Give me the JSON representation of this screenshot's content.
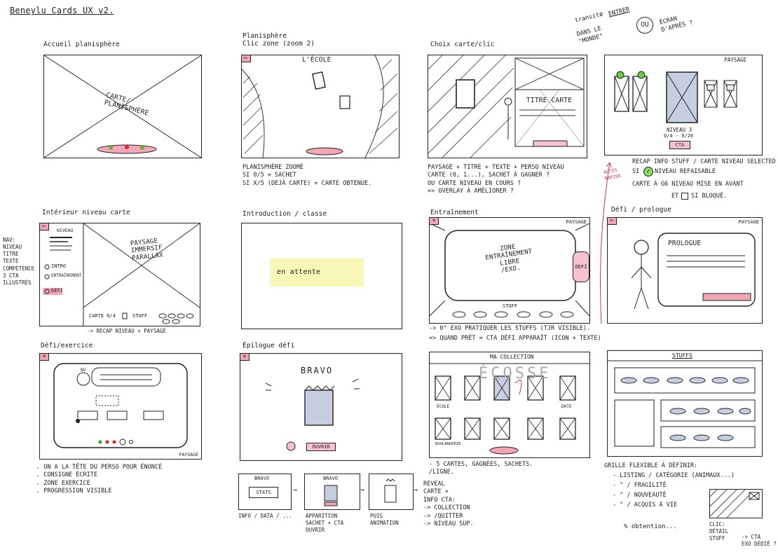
{
  "page_title": "Beneylu Cards UX v2.",
  "panels": {
    "p1": {
      "title": "Accueil planisphère",
      "center": "CARTE/\nPLANISPHÈRE"
    },
    "p2": {
      "title": "Planisphère\nClic zone (zoom 2)",
      "zone_label": "L'ÉCOLE",
      "note": "PLANISPHÈRE ZOOMÉ\nSI 0/5 = SACHET\nSI X/5 (DÉJÀ CARTE) = CARTE OBTENUE."
    },
    "p3": {
      "title": "Choix carte/clic",
      "card_title": "TITRE CARTE",
      "note": "PAYSAGE + TITRE + TEXTE + PERSO NIVEAU\nCARTE (0, 1...), SACHET À GAGNER ?\nOU CARTE NIVEAU EN COURS ?\n=> OVERLAY À AMÉLIORER ?"
    },
    "p4": {
      "top_note_1": "transitø",
      "top_note_2": "ENTRER",
      "top_note_3": "DANS LE\n\"MONDE\"",
      "top_note_ou": "OU",
      "top_note_4": "ÉCRAN\nD'APRÈS ?",
      "paysage": "PAYSAGE",
      "niveau": "NIVEAU 3",
      "niveau_range": "0/4 - 0/20",
      "cta": "CTA",
      "access_label": "ACCÈS\nRAPIDE",
      "note_1": "RECAP INFO STUFF / CARTE NIVEAU SELECTED",
      "note_2": "SI",
      "note_3": "NIVEAU REFAISABLE",
      "note_4": "CARTE À G6 NIVEAU MISE EN AVANT",
      "note_5": "ET",
      "note_6": "SI BLOQUÉ."
    },
    "p5": {
      "title": "Intérieur niveau carte",
      "side_note": "NAV:\nNIVEAU\nTITRE\nTEXTE\nCOMPÉTENCE\n3 CTA\nILLUSTRÉS",
      "niveau": "NIVEAU",
      "intro": "INTRO",
      "entrainement": "ENTRAÎNEMENT",
      "defi": "DÉFI",
      "center": "PAYSAGE\nIMMERSIF\nPARALLAX",
      "bottom_carte": "CARTE 0/4",
      "bottom_stuff": "STUFF",
      "note": "-> RECAP NIVEAU + PAYSAGE"
    },
    "p6": {
      "title": "Introduction / classe",
      "sticky": "en attente"
    },
    "p7": {
      "title": "Entraînement",
      "paysage": "PAYSAGE",
      "center": "ZONE\nENTRAÎNEMENT\nLIBRE\n/EXO.",
      "side_btn": "DÉFI",
      "stuff": "STUFF",
      "note_1": "-> 0° EXO PRATIQUER LES STUFFS (TJR VISIBLE).",
      "note_2": "=> QUAND PRÊT = CTA DÉFI APPARAÎT (ICON + TEXTE)"
    },
    "p8": {
      "title": "Défi / prologue",
      "paysage": "PAYSAGE",
      "prologue": "PROLOGUE"
    },
    "p9": {
      "title": "Défi/exercice",
      "perso": "NU",
      "paysage": "PAYSAGE",
      "note": ". ON A LA TÊTE DU PERSO POUR ÉNONCÉ\n. CONSIGNE ÉCRITE\n. ZONE EXERCICE\n. PROGRESSION VISIBLE"
    },
    "p10": {
      "title": "Épilogue défi",
      "bravo": "BRAVO",
      "ouvrir": "OUVRIR"
    },
    "p11": {
      "title": "MA COLLECTION",
      "watermark": "ÉCOSSE",
      "label_ecole": "ÉCOLE",
      "label_date": "DATE",
      "label_boulangerie": "BOULANGERIE",
      "note": "- 5 CARTES, GAGNÉES, SACHETS.\n/LIGNE."
    },
    "p12": {
      "title": "STUFFS",
      "note_head": "GRILLE FLEXIBLE À DÉFINIR:",
      "items": [
        "- LISTING / CATÉGORIE (ANIMAUX...)",
        "- \" / FRAGILITÉ",
        "- \" / NOUVEAUTÉ",
        "- \" / ACQUIS À VIE"
      ],
      "obtention": "% obtention...",
      "clic_note": "CLIC:\nDÉTAIL\nSTUFF",
      "cta_note": "-> CTA\nEXO DÉDIÉ ?"
    },
    "flow": {
      "b1_top": "BRAVO",
      "b1_inner": "STATS",
      "b1_caption": "INFO / DATA / ...",
      "b2_top": "BRAVO",
      "b2_caption": "APPARITION\nSACHET + CTA\nOUVRIR",
      "b3_caption": "PUIS\nANIMATION",
      "reveal": "REVEAL\nCARTE +\nINFO CTA:\n-> COLLECTION\n-> /QUITTER\n-> NIVEAU SUP."
    }
  }
}
